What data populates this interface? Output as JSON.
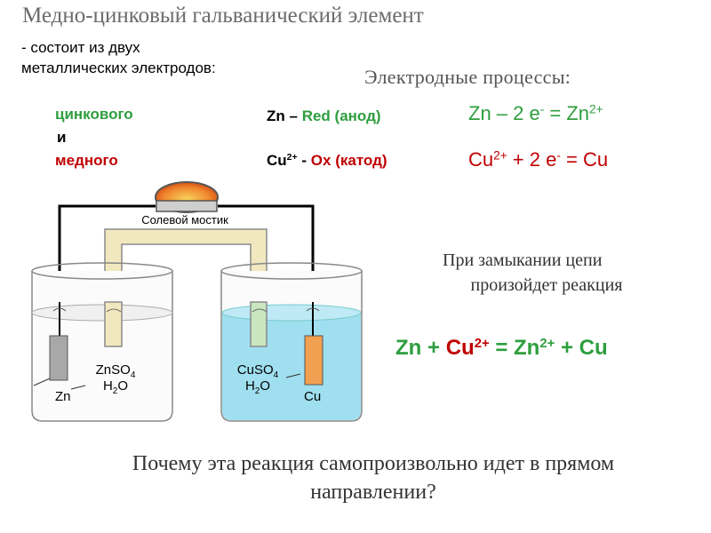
{
  "title": "Медно-цинковый гальванический элемент",
  "intro": {
    "line1": "- состоит из двух",
    "line2": "металлических электродов:"
  },
  "electrodes": {
    "zinc": "цинкового",
    "and": "и",
    "copper": "медного"
  },
  "roles": {
    "zn_metal": "Zn",
    "zn_dash": " – ",
    "zn_role": "Red (анод)",
    "cu_ion": "Cu",
    "cu_charge": "2+",
    "cu_dash": " - ",
    "cu_role": "Ox (катод)"
  },
  "processes": {
    "heading": "Электродные процессы:",
    "eq1_left": "Zn – 2 e",
    "eq1_e_charge": "-",
    "eq1_right": " = Zn",
    "eq1_right_charge": "2+",
    "eq2_left": "Cu",
    "eq2_left_charge": "2+",
    "eq2_mid": " + 2 e",
    "eq2_e_charge": "-",
    "eq2_right": " = Cu"
  },
  "circuit_note": {
    "line1": "При замыкании цепи",
    "line2": "произойдет реакция"
  },
  "overall_reaction": {
    "zn": "Zn",
    "plus1": " + ",
    "cu_ion": "Cu",
    "cu_charge": "2+",
    "equals": " = Zn",
    "zn_charge": "2+",
    "tail": " + Cu"
  },
  "diagram": {
    "salt_bridge_label": "Солевой мостик",
    "left_solution_l1": "ZnSO",
    "left_solution_sub": "4",
    "left_solution_l2a": "H",
    "left_solution_l2sub": "2",
    "left_solution_l2b": "O",
    "left_electrode": "Zn",
    "right_solution_l1": "CuSO",
    "right_solution_sub": "4",
    "right_solution_l2a": "H",
    "right_solution_l2sub": "2",
    "right_solution_l2b": "O",
    "right_electrode": "Cu"
  },
  "question": "Почему эта реакция самопроизвольно идет в прямом направлении?",
  "colors": {
    "green": "#2e9e3e",
    "red": "#c00000",
    "solution_blue": "#9fdfef",
    "salt_bridge": "#f2e8c0",
    "copper_plate": "#f0a050",
    "zinc_plate": "#a8a8a8",
    "lamp_outer": "#e05a10",
    "lamp_inner": "#f7d15a"
  }
}
